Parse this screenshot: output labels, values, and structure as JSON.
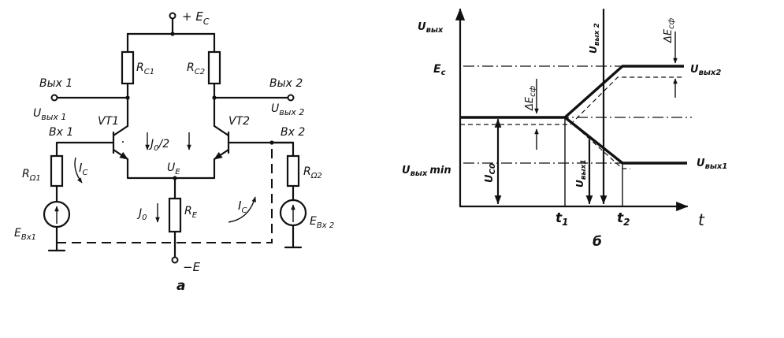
{
  "circuit": {
    "caption": "а",
    "supply_pos": "+ E",
    "supply_pos_sub": "C",
    "supply_neg": "−E",
    "rc1": "R",
    "rc1_sub": "C1",
    "rc2": "R",
    "rc2_sub": "C2",
    "re": "R",
    "re_sub": "E",
    "rg1": "R",
    "rg1_sub": "Ω1",
    "rg2": "R",
    "rg2_sub": "Ω2",
    "vt1": "VT1",
    "vt2": "VT2",
    "out1": "Вых 1",
    "out2": "Вых 2",
    "uout1": "U",
    "uout1_sub": "вых 1",
    "uout2": "U",
    "uout2_sub": "вых 2",
    "in1": "Вх 1",
    "in2": "Вх 2",
    "i0_half": "J",
    "i0_half_sub": "0",
    "i0_half_tail": "/2",
    "i0": "J",
    "i0_sub": "0",
    "ue": "U",
    "ue_sub": "E",
    "ic_left": "I",
    "ic_left_sub": "C",
    "ic_right": "I",
    "ic_right_sub": "C",
    "ein1": "E",
    "ein1_sub": "Bx1",
    "ein2": "E",
    "ein2_sub": "Bx 2"
  },
  "graph": {
    "caption": "б",
    "y_axis": "U",
    "y_axis_sub": "вых",
    "x_axis": "t",
    "ec": "E",
    "ec_sub": "c",
    "uout_min": "U",
    "uout_min_sub": "вых",
    "uout_min_tail": "min",
    "uc0": "U",
    "uc0_sub": "C0",
    "t1": "t",
    "t1_sub": "1",
    "t2": "t",
    "t2_sub": "2",
    "uout2_curve": "U",
    "uout2_curve_sub": "вых2",
    "uout1_curve": "U",
    "uout1_curve_sub": "вых1",
    "uout2_marker": "U",
    "uout2_marker_sub": "вых 2",
    "uout1_marker": "U",
    "uout1_marker_sub": "вых1",
    "delta_ecf_left": "ΔE",
    "delta_ecf_left_sub": "сф",
    "delta_ecf_right": "ΔE",
    "delta_ecf_right_sub": "сф"
  }
}
